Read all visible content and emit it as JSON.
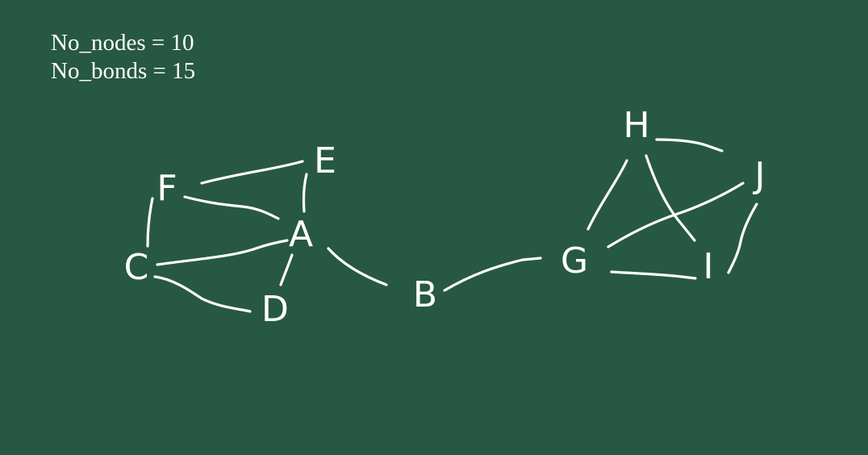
{
  "stats": {
    "nodes_line": "No_nodes = 10",
    "bonds_line": "No_bonds = 15"
  },
  "graph": {
    "nodes": [
      "A",
      "B",
      "C",
      "D",
      "E",
      "F",
      "G",
      "H",
      "I",
      "J"
    ],
    "node_labels": {
      "A": "A",
      "B": "B",
      "C": "C",
      "D": "D",
      "E": "E",
      "F": "F",
      "G": "G",
      "H": "H",
      "I": "I",
      "J": "J"
    },
    "edges": [
      [
        "F",
        "E"
      ],
      [
        "F",
        "A"
      ],
      [
        "E",
        "A"
      ],
      [
        "F",
        "C"
      ],
      [
        "C",
        "A"
      ],
      [
        "C",
        "D"
      ],
      [
        "A",
        "D"
      ],
      [
        "A",
        "B"
      ],
      [
        "B",
        "G"
      ],
      [
        "H",
        "G"
      ],
      [
        "H",
        "J"
      ],
      [
        "H",
        "I"
      ],
      [
        "G",
        "J"
      ],
      [
        "G",
        "I"
      ],
      [
        "J",
        "I"
      ]
    ]
  },
  "colors": {
    "board": "#275843",
    "chalk": "#ffffff"
  }
}
